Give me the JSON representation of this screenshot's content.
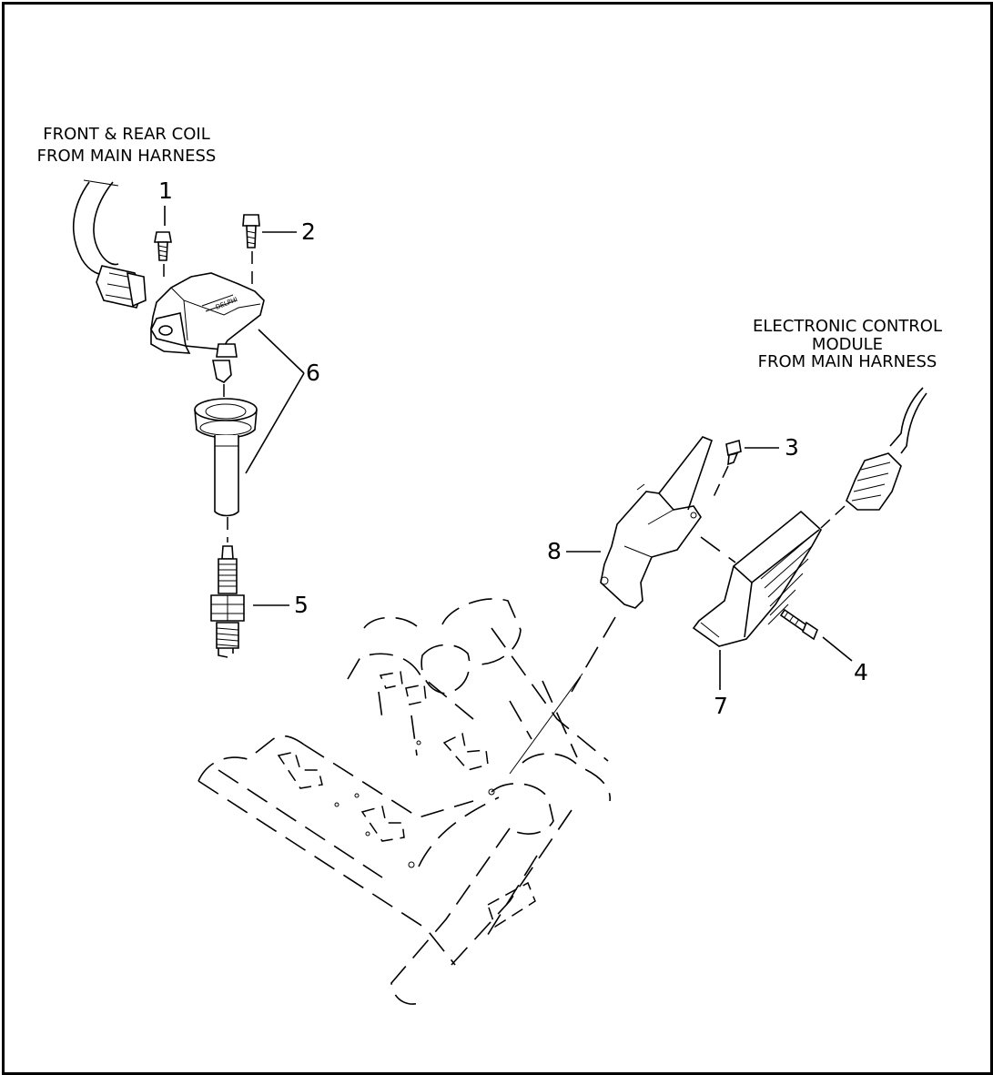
{
  "labels": {
    "coil_note_line1": "FRONT & REAR COIL",
    "coil_note_line2": "FROM MAIN HARNESS",
    "ecm_note_line1": "ELECTRONIC CONTROL",
    "ecm_note_line2": "MODULE",
    "ecm_note_line3": "FROM MAIN HARNESS"
  },
  "callouts": {
    "c1": "1",
    "c2": "2",
    "c3": "3",
    "c4": "4",
    "c5": "5",
    "c6": "6",
    "c7": "7",
    "c8": "8"
  }
}
